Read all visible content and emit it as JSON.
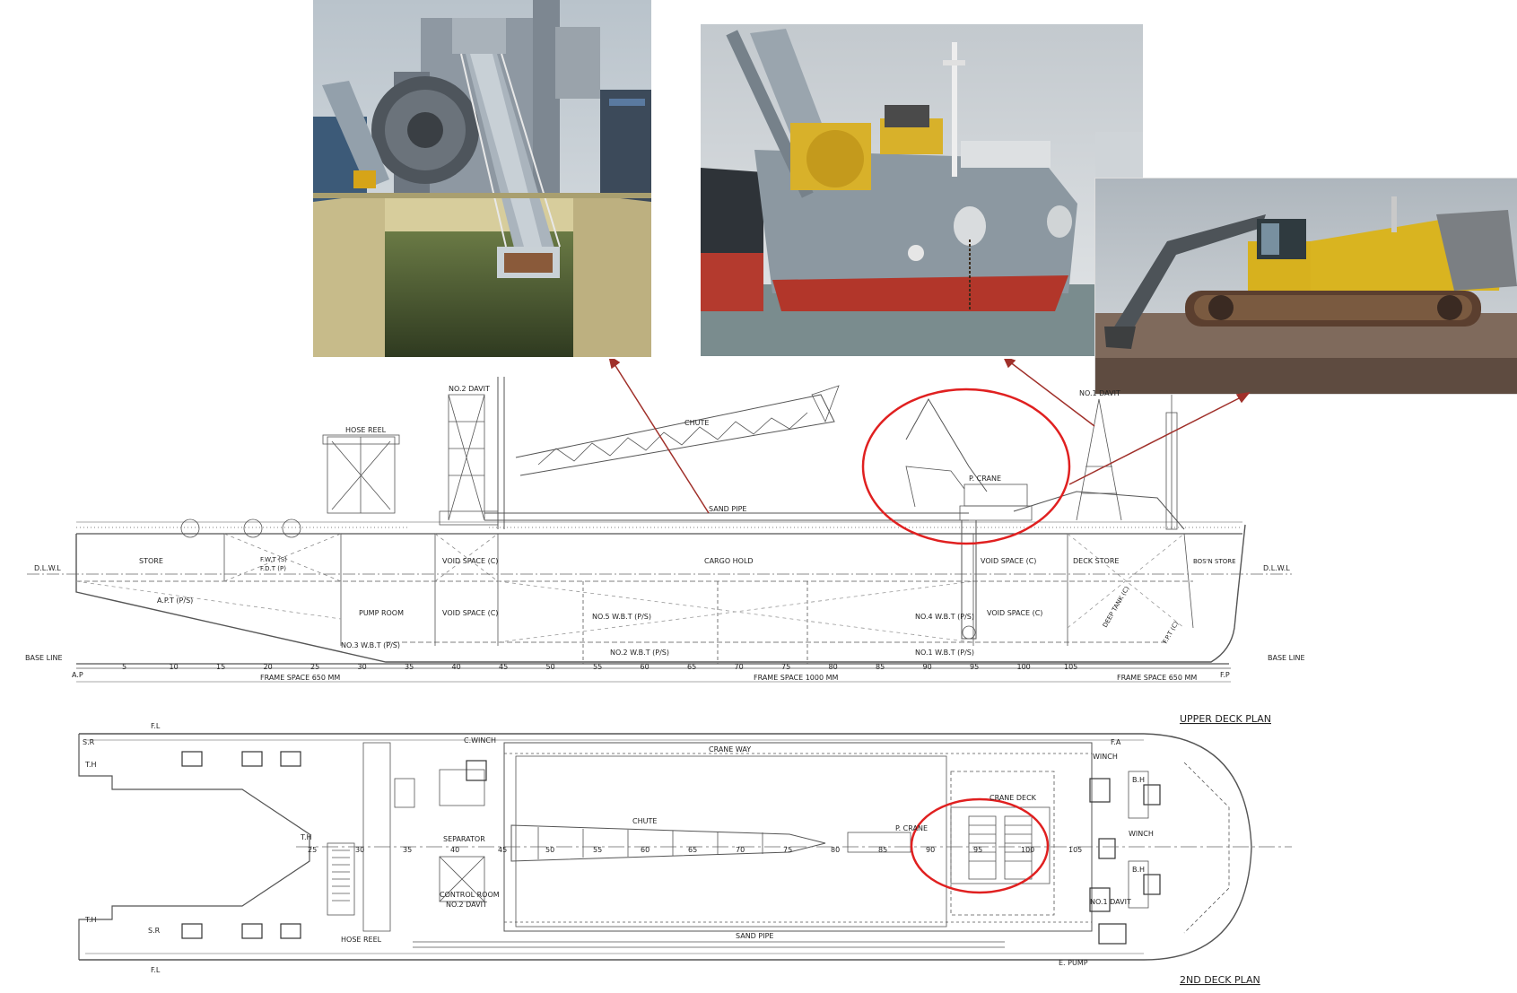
{
  "photos": {
    "hopper": "Hopper cargo hold with chute",
    "ship": "Vessel side view with crane",
    "excavator": "P. crane excavator on deck"
  },
  "profile": {
    "labels": {
      "hose_reel": "HOSE REEL",
      "no2_davit": "NO.2 DAVIT",
      "no1_davit": "NO.1 DAVIT",
      "chute": "CHUTE",
      "sand_pipe": "SAND PIPE",
      "p_crane": "P. CRANE",
      "store": "STORE",
      "void_c1": "VOID SPACE (C)",
      "cargo_hold": "CARGO HOLD",
      "void_c2": "VOID SPACE (C)",
      "deck_store": "DECK STORE",
      "bosn_store": "BOS'N STORE",
      "pump_room": "PUMP ROOM",
      "void_c3": "VOID SPACE (C)",
      "void_c4": "VOID SPACE (C)",
      "ap_t": "A.P.T (P/S)",
      "no3_wbt": "NO.3 W.B.T (P/S)",
      "no2_wbt": "NO.2 W.B.T (P/S)",
      "no4_wbt": "NO.4 W.B.T (P/S)",
      "no1_wbt": "NO.1 W.B.T (P/S)",
      "no5_wbt": "NO.5 W.B.T (P/S)",
      "fdt": "F.D.T (P)",
      "fwt": "F.W.T (S)",
      "deep_tank": "DEEP TANK (C)",
      "fpt": "F.P.T (C)",
      "dlwl_left": "D.L.W.L",
      "dlwl_right": "D.L.W.L",
      "base_line_left": "BASE LINE",
      "base_line_right": "BASE LINE",
      "ap": "A.P",
      "fp": "F.P",
      "frame_space_aft": "FRAME SPACE   650 MM",
      "frame_space_mid": "FRAME SPACE   1000 MM",
      "frame_space_fwd": "FRAME SPACE   650 MM"
    },
    "frames": [
      "5",
      "10",
      "15",
      "20",
      "25",
      "30",
      "35",
      "40",
      "45",
      "50",
      "55",
      "60",
      "65",
      "70",
      "75",
      "80",
      "85",
      "90",
      "95",
      "100",
      "105"
    ]
  },
  "plan": {
    "title_upper": "UPPER DECK PLAN",
    "title_2nd": "2ND DECK PLAN",
    "labels": {
      "c_winch": "C.WINCH",
      "crane_way": "CRANE WAY",
      "winch_fwd": "WINCH",
      "crane_deck": "CRANE DECK",
      "chute": "CHUTE",
      "p_crane": "P. CRANE",
      "separator": "SEPARATOR",
      "control_room": "CONTROL ROOM",
      "no2_davit": "NO.2 DAVIT",
      "no1_davit": "NO.1 DAVIT",
      "sand_pipe": "SAND PIPE",
      "hose_reel": "HOSE REEL",
      "e_pump": "E. PUMP",
      "winch": "WINCH",
      "sr_top": "S.R",
      "sr_bot": "S.R",
      "th_top": "T.H",
      "th_bot": "T.H",
      "th_mid": "T.H",
      "bh_top": "B.H",
      "bh_bot": "B.H",
      "fl_top": "F.L",
      "fl_bot": "F.L",
      "fa": "F.A"
    },
    "centre_frames": [
      "25",
      "30",
      "35",
      "40",
      "45",
      "50",
      "55",
      "60",
      "65",
      "70",
      "75",
      "80",
      "85",
      "90",
      "95",
      "100",
      "105"
    ]
  },
  "colors": {
    "annotation_red": "#e02020",
    "arrow_brown": "#a0302a"
  }
}
